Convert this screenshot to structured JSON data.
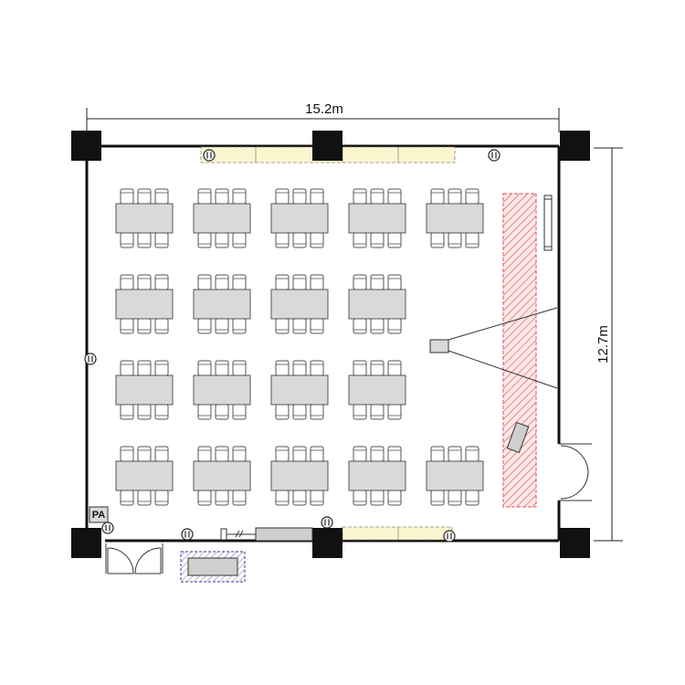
{
  "dimensions": {
    "width_label": "15.2m",
    "height_label": "12.7m"
  },
  "labels": {
    "pa": "PA"
  },
  "layout": {
    "table_rows": 4,
    "tables_per_row": [
      5,
      4,
      4,
      5
    ],
    "chairs_per_table_side": 3
  },
  "colors": {
    "wall": "#111111",
    "table_fill": "#d9d9d9",
    "chair_stroke": "#555555",
    "stage_hatch": "#e06060",
    "window_fill": "#fbf6cf",
    "equipment_fill": "#cfcfcf",
    "storage_outline": "#3a3aa0"
  }
}
